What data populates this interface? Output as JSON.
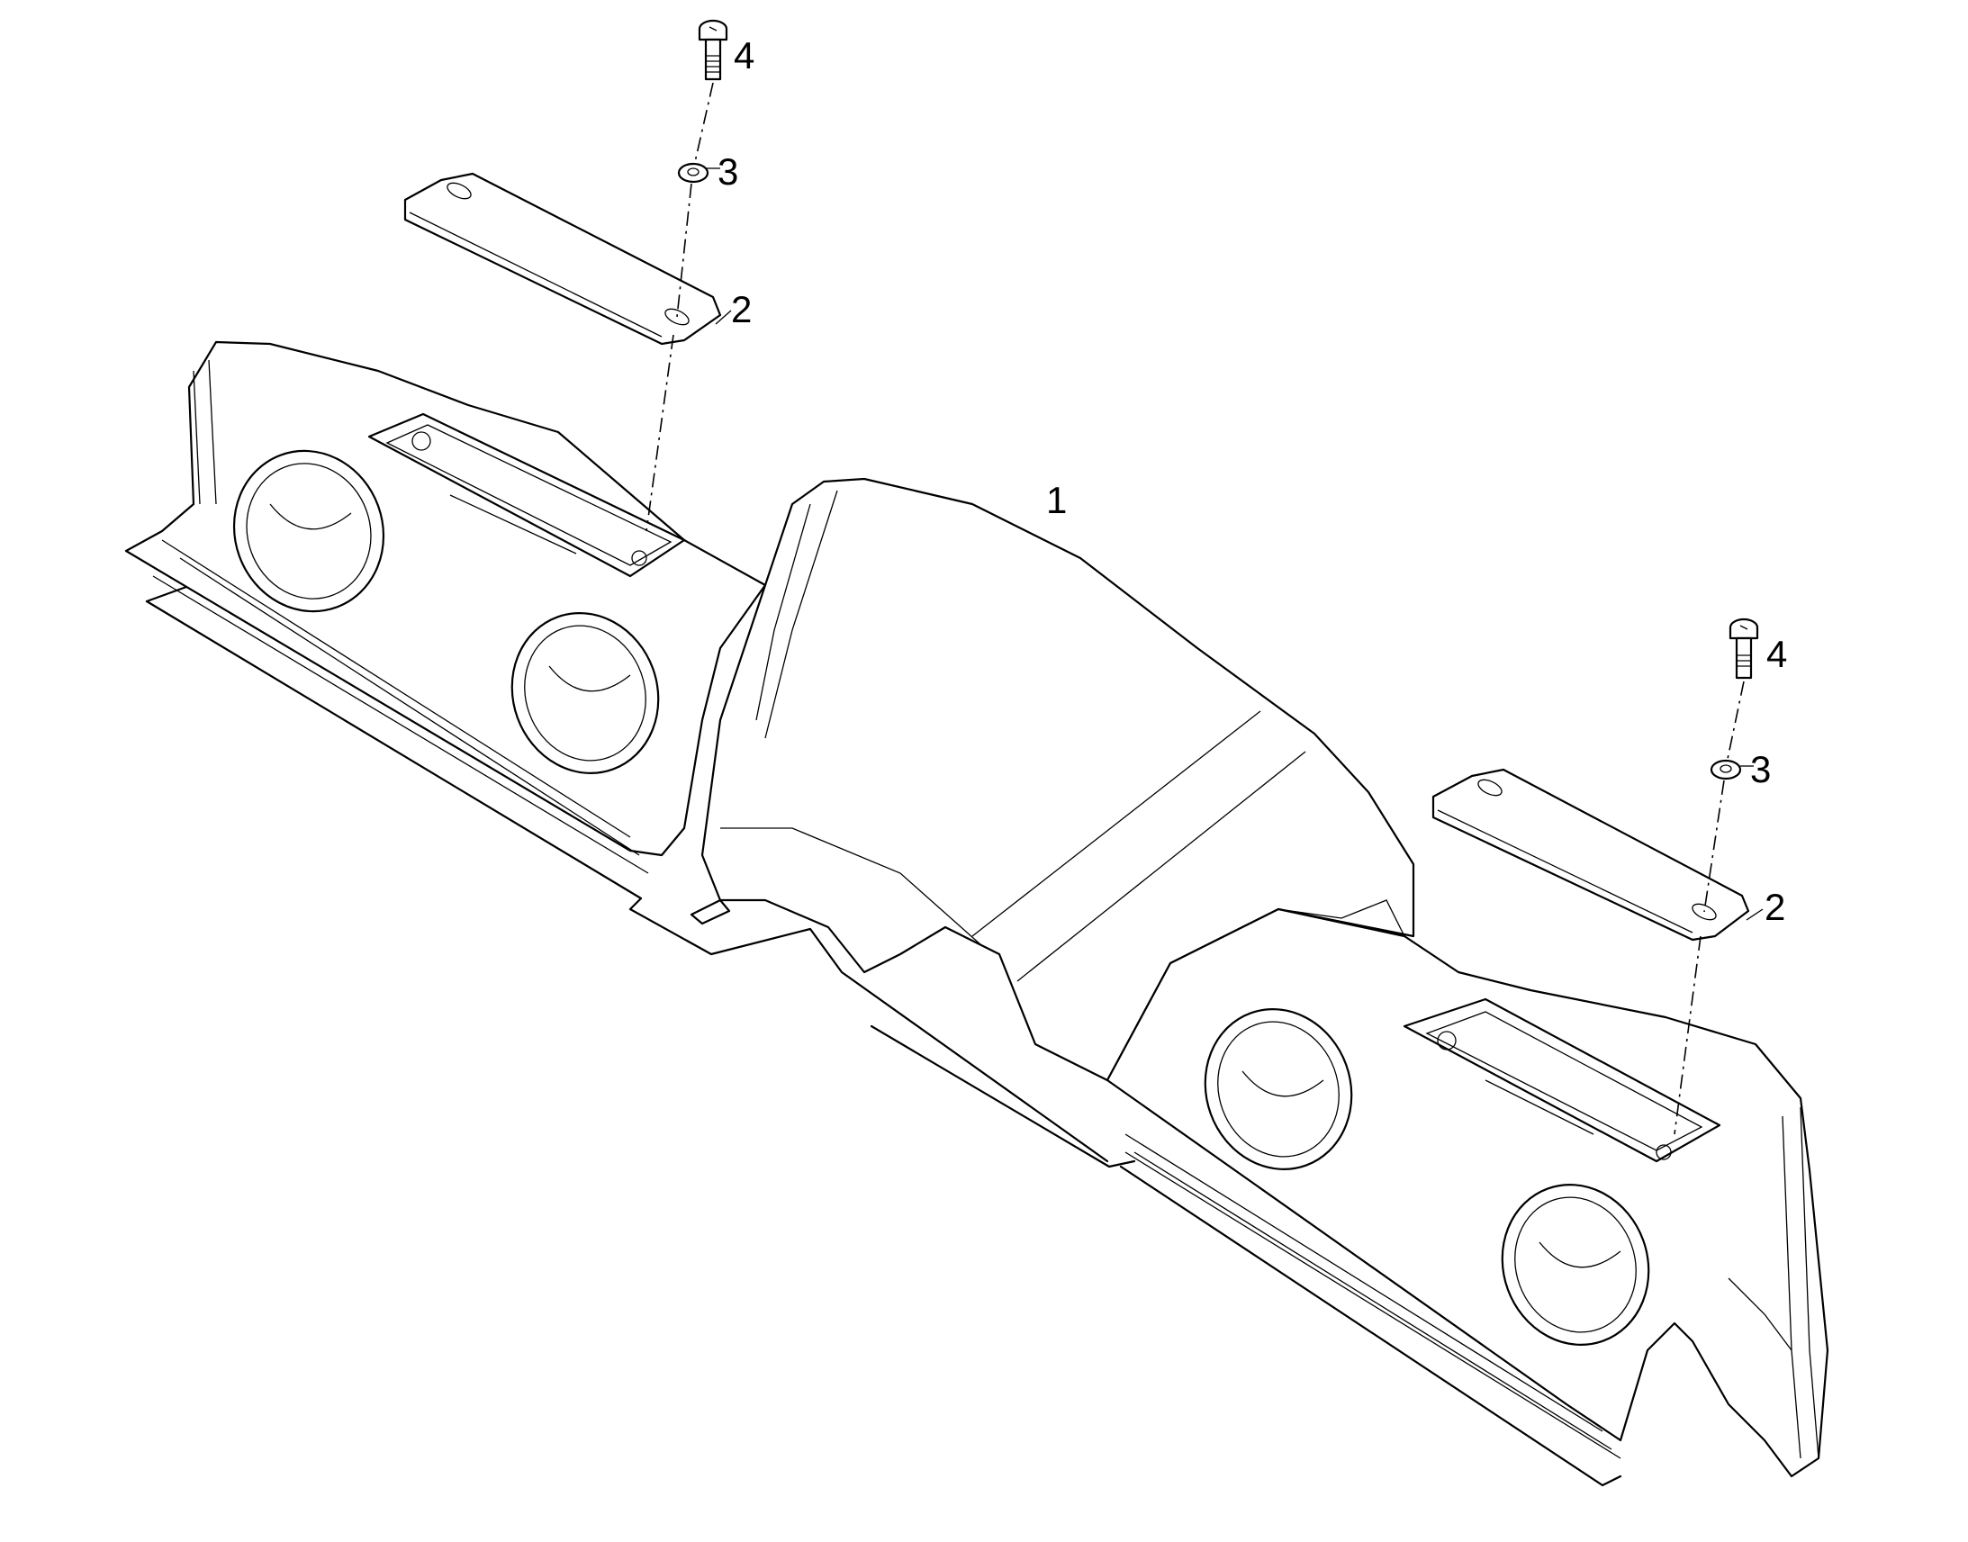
{
  "callouts": {
    "dashboard": "1",
    "cover_left": "2",
    "washer_left": "3",
    "screw_left": "4",
    "cover_right": "2",
    "washer_right": "3",
    "screw_right": "4"
  },
  "colors": {
    "line": "#000000",
    "background": "#ffffff"
  }
}
